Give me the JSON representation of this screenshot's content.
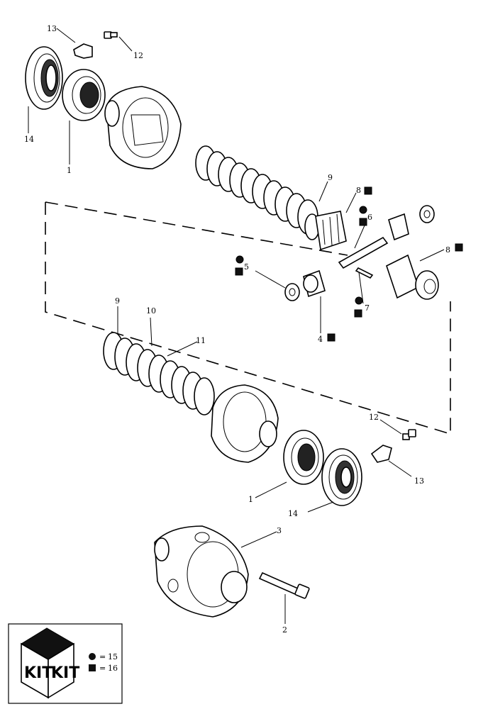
{
  "callouts": {
    "c1a": "1",
    "c1b": "1",
    "c2": "2",
    "c3": "3",
    "c4": "4",
    "c5": "5",
    "c6": "6",
    "c7": "7",
    "c8a": "8",
    "c8b": "8",
    "c9a": "9",
    "c9b": "9",
    "c10": "10",
    "c11": "11",
    "c12a": "12",
    "c12b": "12",
    "c13a": "13",
    "c13b": "13",
    "c14a": "14",
    "c14b": "14"
  },
  "legend": {
    "kit_left": "KIT",
    "kit_right": "KIT",
    "circle_ref": "15",
    "square_ref": "16",
    "equals": "="
  },
  "colors": {
    "ink": "#000000",
    "paper": "#ffffff"
  }
}
